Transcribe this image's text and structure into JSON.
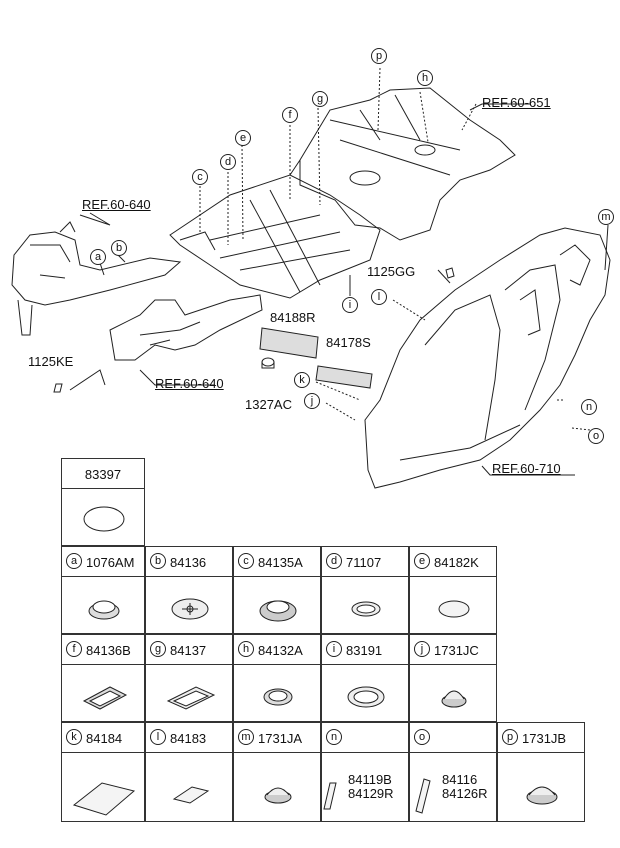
{
  "callouts": {
    "p": "p",
    "h": "h",
    "g": "g",
    "f": "f",
    "e": "e",
    "d": "d",
    "c": "c",
    "a": "a",
    "b": "b",
    "m": "m",
    "i": "i",
    "l": "l",
    "k": "k",
    "j": "j",
    "n": "n",
    "o": "o"
  },
  "refs": {
    "r651": "REF.60-651",
    "r640a": "REF.60-640",
    "r640b": "REF.60-640",
    "r710": "REF.60-710"
  },
  "labels": {
    "p1125GG": "1125GG",
    "p84188R": "84188R",
    "p84178S": "84178S",
    "p1125KE": "1125KE",
    "p1327AC": "1327AC"
  },
  "table": {
    "top": {
      "part": "83397"
    },
    "row1": [
      {
        "letter": "a",
        "part": "1076AM"
      },
      {
        "letter": "b",
        "part": "84136"
      },
      {
        "letter": "c",
        "part": "84135A"
      },
      {
        "letter": "d",
        "part": "71107"
      },
      {
        "letter": "e",
        "part": "84182K"
      }
    ],
    "row2": [
      {
        "letter": "f",
        "part": "84136B"
      },
      {
        "letter": "g",
        "part": "84137"
      },
      {
        "letter": "h",
        "part": "84132A"
      },
      {
        "letter": "i",
        "part": "83191"
      },
      {
        "letter": "j",
        "part": "1731JC"
      }
    ],
    "row3": [
      {
        "letter": "k",
        "part": "84184"
      },
      {
        "letter": "l",
        "part": "84183"
      },
      {
        "letter": "m",
        "part": "1731JA"
      },
      {
        "letter": "n",
        "part": "",
        "sub1": "84119B",
        "sub2": "84129R"
      },
      {
        "letter": "o",
        "part": "",
        "sub1": "84116",
        "sub2": "84126R"
      },
      {
        "letter": "p",
        "part": "1731JB"
      }
    ]
  }
}
